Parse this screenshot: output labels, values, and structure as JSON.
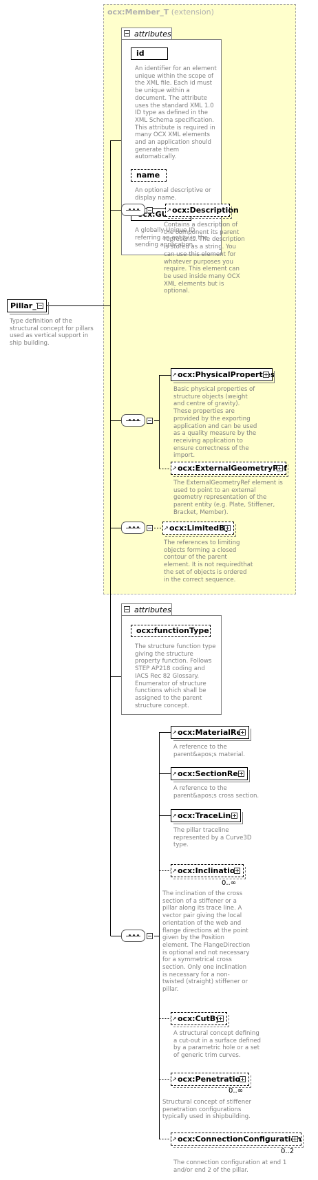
{
  "root": {
    "name": "Pillar_T",
    "doc": "Type definition of the structural concept for pillars used as vertical support in ship building."
  },
  "extension": {
    "base": "ocx:Member_T",
    "note": "(extension)"
  },
  "attr_group_label": "attributes",
  "ext_attributes": [
    {
      "name": "id",
      "doc": "An identifier for an element unique within the scope of the XML file. Each id must be unique within a document. The attribute uses the standard XML 1.0 ID type as defined in the XML Schema specification. This attribute is required in many OCX XML elements and an application should generate them automatically."
    },
    {
      "name": "name",
      "doc": "An optional descriptive or display name."
    },
    {
      "name": "ocx:GUIDRef",
      "doc": "A globally Unique ID referring an entity in the sending application."
    }
  ],
  "ext_elements": {
    "description": {
      "name": "ocx:Description",
      "doc": "Contains a description of the component its parent represents. The description is stored as a string. You can use this element for whatever purposes you require. This element can be used inside many OCX XML elements but is optional."
    },
    "physical": {
      "name": "ocx:PhysicalProperties",
      "doc": "Basic physical properties of structure objects (weight and centre of gravity). These properties are provided by the exporting application and can be used as a quality measure by the receiving application to ensure correctness of the import."
    },
    "geometry": {
      "name": "ocx:ExternalGeometryRef",
      "doc": "The ExternalGeometryRef element is used to point to an external geometry representation of the parent entity (e.g. Plate, Stiffener, Bracket, Member)."
    },
    "limited": {
      "name": "ocx:LimitedBy",
      "doc": "The references to limiting objects forming a closed contour of the parent element. It is not requiredthat the set of objects is ordered in the correct sequence."
    }
  },
  "own_attributes": [
    {
      "name": "ocx:functionType",
      "doc": "The structure function type giving the structure property function. Follows STEP AP218 coding and IACS Rec 82 Glossary.  Enumerator of structure functions which shall be assigned to the parent structure concept."
    }
  ],
  "own_elements": {
    "material": {
      "name": "ocx:MaterialRef",
      "doc": "A reference to the parent&apos;s material."
    },
    "section": {
      "name": "ocx:SectionRef",
      "doc": "A reference to the parent&apos;s cross section."
    },
    "trace": {
      "name": "ocx:TraceLine",
      "doc": "The pillar traceline represented by a Curve3D type."
    },
    "inclination": {
      "name": "ocx:Inclination",
      "card": "0..∞",
      "doc": "The inclination of the cross section of a stiffener or a pillar along its trace line. A vector pair giving the local orientation of the web and flange directions at the point given by the Position element. The FlangeDirection is optional and not necessary for a symmetrical cross section. Only one inclination is necessary for a non-twisted (straight) stiffener or pillar."
    },
    "cutby": {
      "name": "ocx:CutBy",
      "doc": "A structural concept defining a cut-out in a surface defined by a parametric hole or a set of generic trim curves."
    },
    "penetration": {
      "name": "ocx:Penetration",
      "card": "0..∞",
      "doc": "Structural concept of stiffener penetration configurations typically used in shipbuilding."
    },
    "connection": {
      "name": "ocx:ConnectionConfiguration",
      "card": "0..2",
      "doc": "The connection configuration at end 1 and/or end 2 of the pillar."
    }
  }
}
